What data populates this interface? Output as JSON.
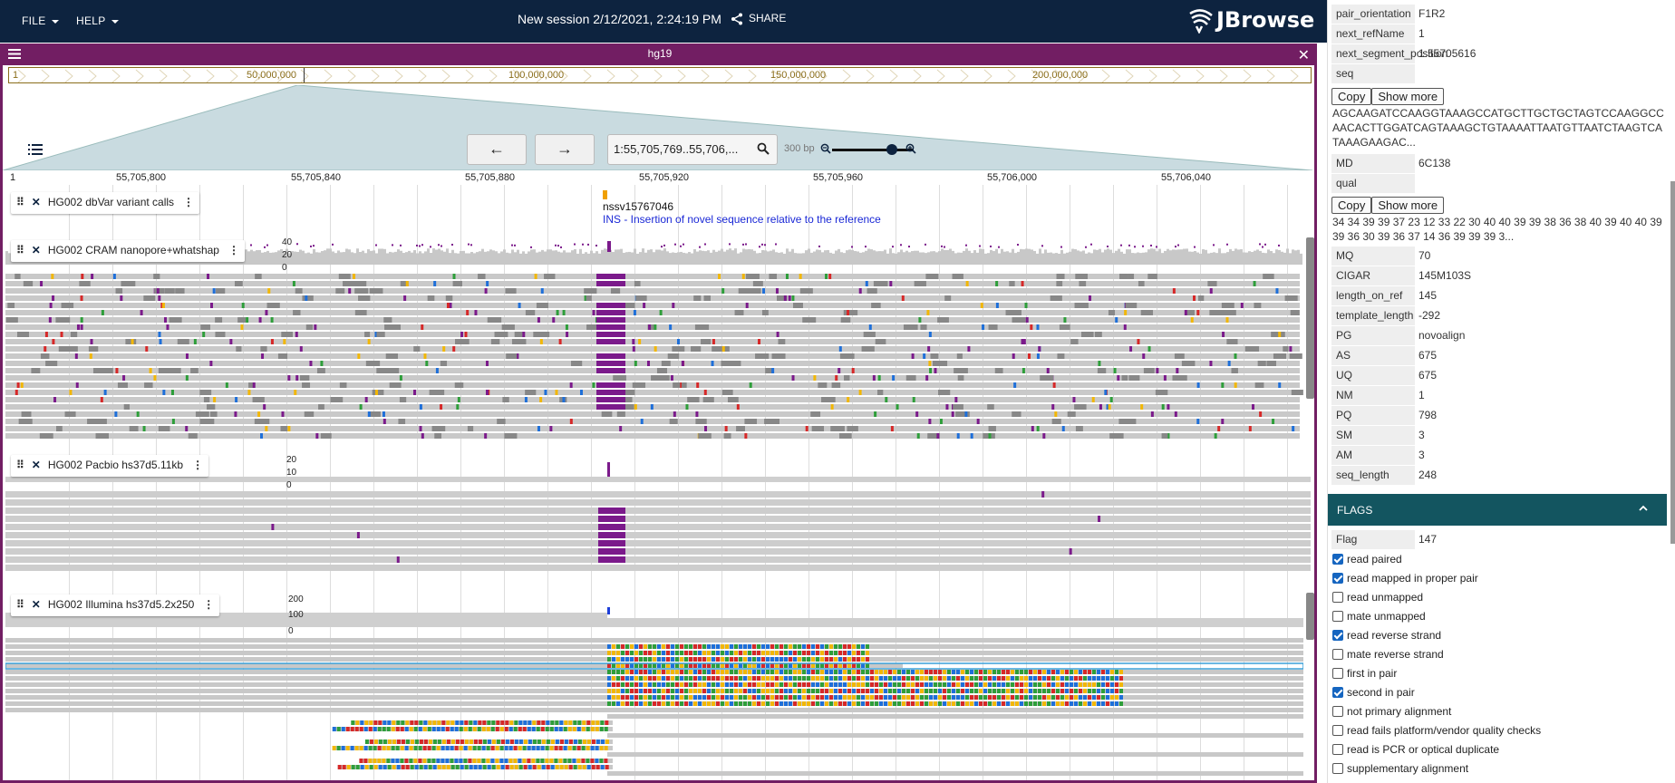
{
  "topbar": {
    "file_label": "FILE",
    "help_label": "HELP",
    "session_title": "New session 2/12/2021, 2:24:19 PM",
    "share_label": "SHARE",
    "logo_text": "JBrowse",
    "bg_color": "#0d233f"
  },
  "view": {
    "title": "hg19",
    "accent_color": "#721e63",
    "overview_start": "1",
    "overview_ticks": [
      "50,000,000",
      "100,000,000",
      "150,000,000",
      "200,000,000"
    ],
    "location": "1:55,705,769..55,706,...",
    "zoom_label": "300 bp",
    "ruler_start": "1",
    "ruler_ticks": [
      "55,705,800",
      "55,705,840",
      "55,705,880",
      "55,705,920",
      "55,705,960",
      "55,706,000",
      "55,706,040"
    ]
  },
  "tracks": [
    {
      "name": "HG002 dbVar variant calls",
      "feature_name": "nssv15767046",
      "feature_desc": "INS - Insertion of novel sequence relative to the reference"
    },
    {
      "name": "HG002 CRAM nanopore+whatshap",
      "scale": [
        "40",
        "20",
        "0"
      ]
    },
    {
      "name": "HG002 Pacbio hs37d5.11kb",
      "scale": [
        "20",
        "10",
        "0"
      ]
    },
    {
      "name": "HG002 Illumina hs37d5.2x250",
      "scale": [
        "200",
        "100",
        "0"
      ]
    }
  ],
  "panel": {
    "rows_top": [
      {
        "k": "pair_orientation",
        "v": "F1R2"
      },
      {
        "k": "next_refName",
        "v": "1"
      },
      {
        "k": "next_segment_position",
        "v": "1:55705616"
      },
      {
        "k": "seq",
        "v": ""
      }
    ],
    "copy_label": "Copy",
    "show_more_label": "Show more",
    "seq_text": "AGCAAGATCCAAGGTAAAGCCATGCTTGCTGCTAGTCCAAGGCCAACACTTGGATCAGTAAAGCTGTAAAATTAATGTTAATCTAAGTCATAAAGAAGAC...",
    "md": {
      "k": "MD",
      "v": "6C138"
    },
    "qual": {
      "k": "qual",
      "v": ""
    },
    "qual_text": "34 34 39 39 37 23 12 33 22 30 40 40 39 39 38 36 38 40 39 40 40 39 39 36 30 39 36 37 14 36 39 39 39 3...",
    "rows_bottom": [
      {
        "k": "MQ",
        "v": "70"
      },
      {
        "k": "CIGAR",
        "v": "145M103S"
      },
      {
        "k": "length_on_ref",
        "v": "145"
      },
      {
        "k": "template_length",
        "v": "-292"
      },
      {
        "k": "PG",
        "v": "novoalign"
      },
      {
        "k": "AS",
        "v": "675"
      },
      {
        "k": "UQ",
        "v": "675"
      },
      {
        "k": "NM",
        "v": "1"
      },
      {
        "k": "PQ",
        "v": "798"
      },
      {
        "k": "SM",
        "v": "3"
      },
      {
        "k": "AM",
        "v": "3"
      },
      {
        "k": "seq_length",
        "v": "248"
      }
    ],
    "flags_title": "FLAGS",
    "flag_row": {
      "k": "Flag",
      "v": "147"
    },
    "flags": [
      {
        "label": "read paired",
        "checked": true
      },
      {
        "label": "read mapped in proper pair",
        "checked": true
      },
      {
        "label": "read unmapped",
        "checked": false
      },
      {
        "label": "mate unmapped",
        "checked": false
      },
      {
        "label": "read reverse strand",
        "checked": true
      },
      {
        "label": "mate reverse strand",
        "checked": false
      },
      {
        "label": "first in pair",
        "checked": false
      },
      {
        "label": "second in pair",
        "checked": true
      },
      {
        "label": "not primary alignment",
        "checked": false
      },
      {
        "label": "read fails platform/vendor quality checks",
        "checked": false
      },
      {
        "label": "read is PCR or optical duplicate",
        "checked": false
      },
      {
        "label": "supplementary alignment",
        "checked": false
      }
    ]
  }
}
